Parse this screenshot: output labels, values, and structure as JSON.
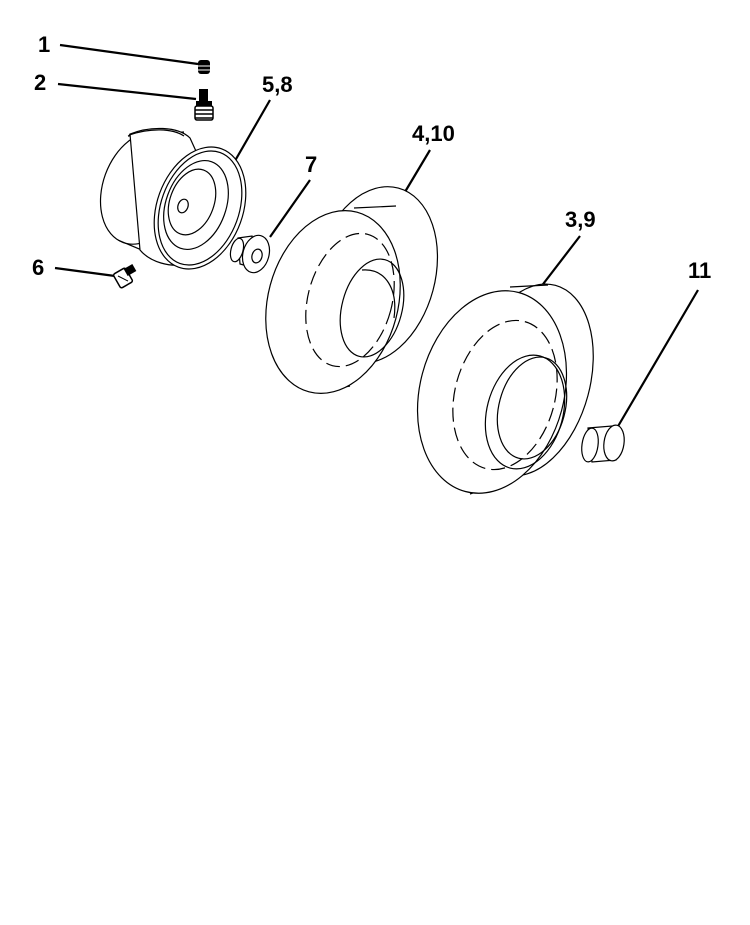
{
  "callouts": {
    "c1": "1",
    "c2": "2",
    "c58": "5,8",
    "c7": "7",
    "c410": "4,10",
    "c39": "3,9",
    "c6": "6",
    "c11": "11"
  }
}
